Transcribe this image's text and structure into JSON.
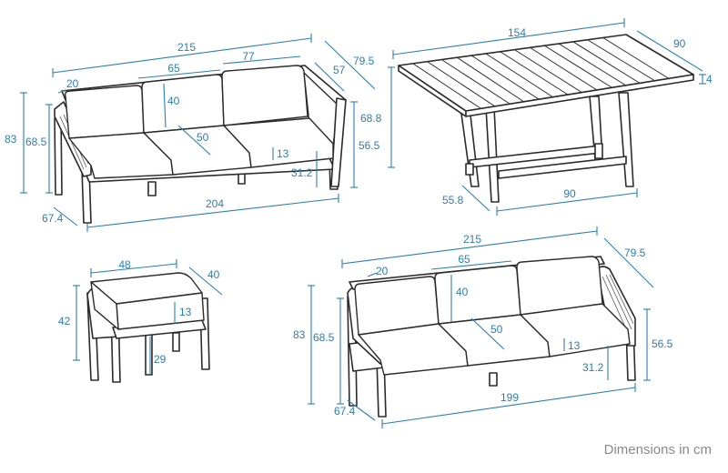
{
  "caption": "Dimensions in cm",
  "accent_color": "#2b7fb3",
  "three_seat_sofa": {
    "total_width": "215",
    "depth": "79.5",
    "corner_depth": "57",
    "arm_width": "20",
    "back_cushion_width_a": "65",
    "back_cushion_width_b": "77",
    "back_cushion_height": "40",
    "seat_depth": "50",
    "seat_cushion_height": "13",
    "total_height": "83",
    "back_height": "68.5",
    "arm_height": "56.5",
    "seat_height": "31.2",
    "leg_depth": "67.4",
    "inner_width": "204"
  },
  "dining_table": {
    "length": "154",
    "width": "90",
    "top_thickness": "4",
    "height": "68.8",
    "leg_depth": "55.8",
    "leg_width": "90"
  },
  "ottoman": {
    "width": "48",
    "depth": "40",
    "height": "42",
    "cushion_height": "13",
    "frame_height": "29"
  },
  "sofa_with_arm": {
    "total_width": "215",
    "depth": "79.5",
    "arm_width": "20",
    "back_cushion_width": "65",
    "back_cushion_height": "40",
    "seat_depth": "50",
    "seat_cushion_height": "13",
    "total_height": "83",
    "back_height": "68.5",
    "arm_height": "56.5",
    "seat_height": "31.2",
    "leg_depth": "67.4",
    "inner_width": "199"
  }
}
